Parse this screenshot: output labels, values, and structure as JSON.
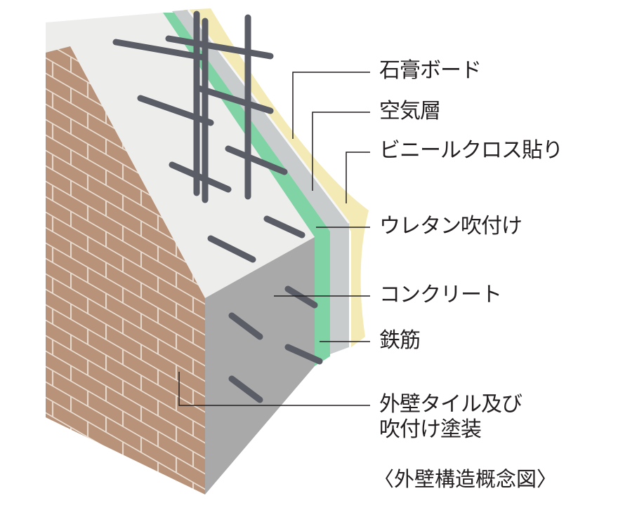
{
  "title": "〈外壁構造概念図〉",
  "labels": {
    "gypsum_board": "石膏ボード",
    "air_layer": "空気層",
    "vinyl_cloth": "ビニールクロス貼り",
    "urethane": "ウレタン吹付け",
    "concrete": "コンクリート",
    "rebar": "鉄筋",
    "exterior_line1": "外壁タイル及び",
    "exterior_line2": "吹付け塗装"
  },
  "colors": {
    "tile": "#b8937a",
    "concrete": "#a9a9a9",
    "urethane": "#7fd3a4",
    "gypsum": "#c9cccd",
    "cloth": "#f3eab6",
    "rebar": "#5a5d66",
    "leader": "#231f20"
  }
}
